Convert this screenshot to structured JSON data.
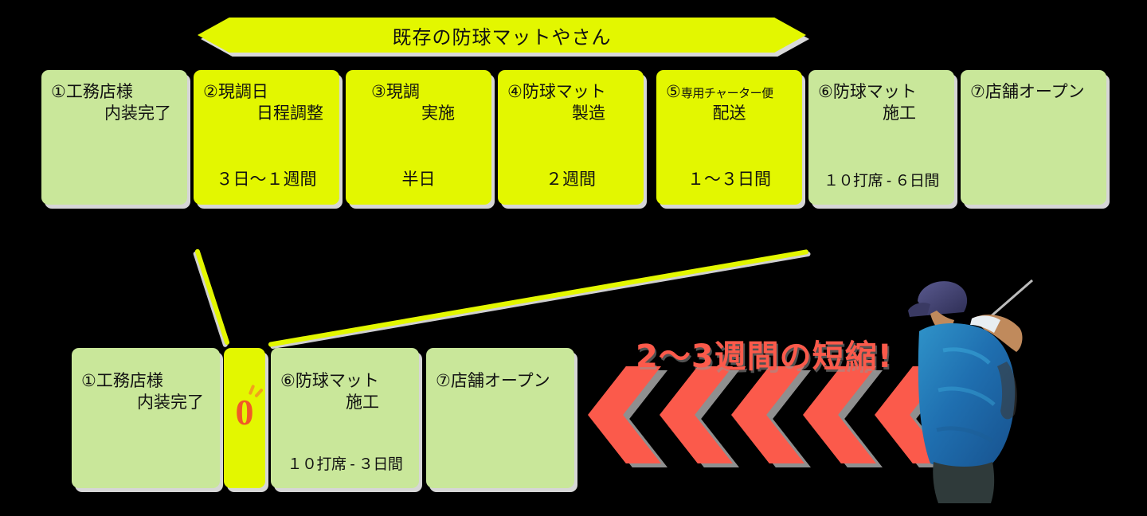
{
  "banner": {
    "text": "既存の防球マットやさん"
  },
  "top_row": {
    "steps": [
      {
        "number": "①",
        "title_line1": "工務店様",
        "title_line2": "内装完了",
        "duration": "",
        "color": "#c9e79a",
        "tone": "green"
      },
      {
        "number": "②",
        "title_line1": "現調日",
        "title_line2": "日程調整",
        "duration": "３日〜１週間",
        "color": "#e3f700",
        "tone": "yellow"
      },
      {
        "number": "③",
        "title_line1": "現調",
        "title_line2": "実施",
        "duration": "半日",
        "color": "#e3f700",
        "tone": "yellow"
      },
      {
        "number": "④",
        "title_line1": "防球マット",
        "title_line2": "製造",
        "duration": "２週間",
        "color": "#e3f700",
        "tone": "yellow"
      },
      {
        "number": "⑤",
        "title_line1": "専用チャーター便",
        "title_line2": "配送",
        "duration": "１〜３日間",
        "color": "#e3f700",
        "tone": "yellow"
      },
      {
        "number": "⑥",
        "title_line1": "防球マット",
        "title_line2": "施工",
        "duration": "１０打席 - ６日間",
        "color": "#c9e79a",
        "tone": "green"
      },
      {
        "number": "⑦",
        "title_line1": "店舗オープン",
        "title_line2": "",
        "duration": "",
        "color": "#c9e79a",
        "tone": "green"
      }
    ]
  },
  "bottom_row": {
    "steps": [
      {
        "number": "①",
        "title_line1": "工務店様",
        "title_line2": "内装完了",
        "duration": "",
        "color": "#c9e79a",
        "tone": "green"
      },
      {
        "number": "⑥",
        "title_line1": "防球マット",
        "title_line2": "施工",
        "duration": "１０打席 - ３日間",
        "color": "#c9e79a",
        "tone": "green"
      },
      {
        "number": "⑦",
        "title_line1": "店舗オープン",
        "title_line2": "",
        "duration": "",
        "color": "#c9e79a",
        "tone": "green"
      }
    ],
    "zero_marker": {
      "value": "0",
      "color": "#f05a28",
      "background": "#e3f700"
    }
  },
  "headline": {
    "text": "2〜3週間の短縮!",
    "color": "#fb5a4b"
  },
  "arrows": {
    "count": 5,
    "color": "#fb5a4b",
    "shadow_color": "#8f8f8f",
    "direction": "left"
  },
  "golfer": {
    "alt": "golfer-swing-photo"
  }
}
